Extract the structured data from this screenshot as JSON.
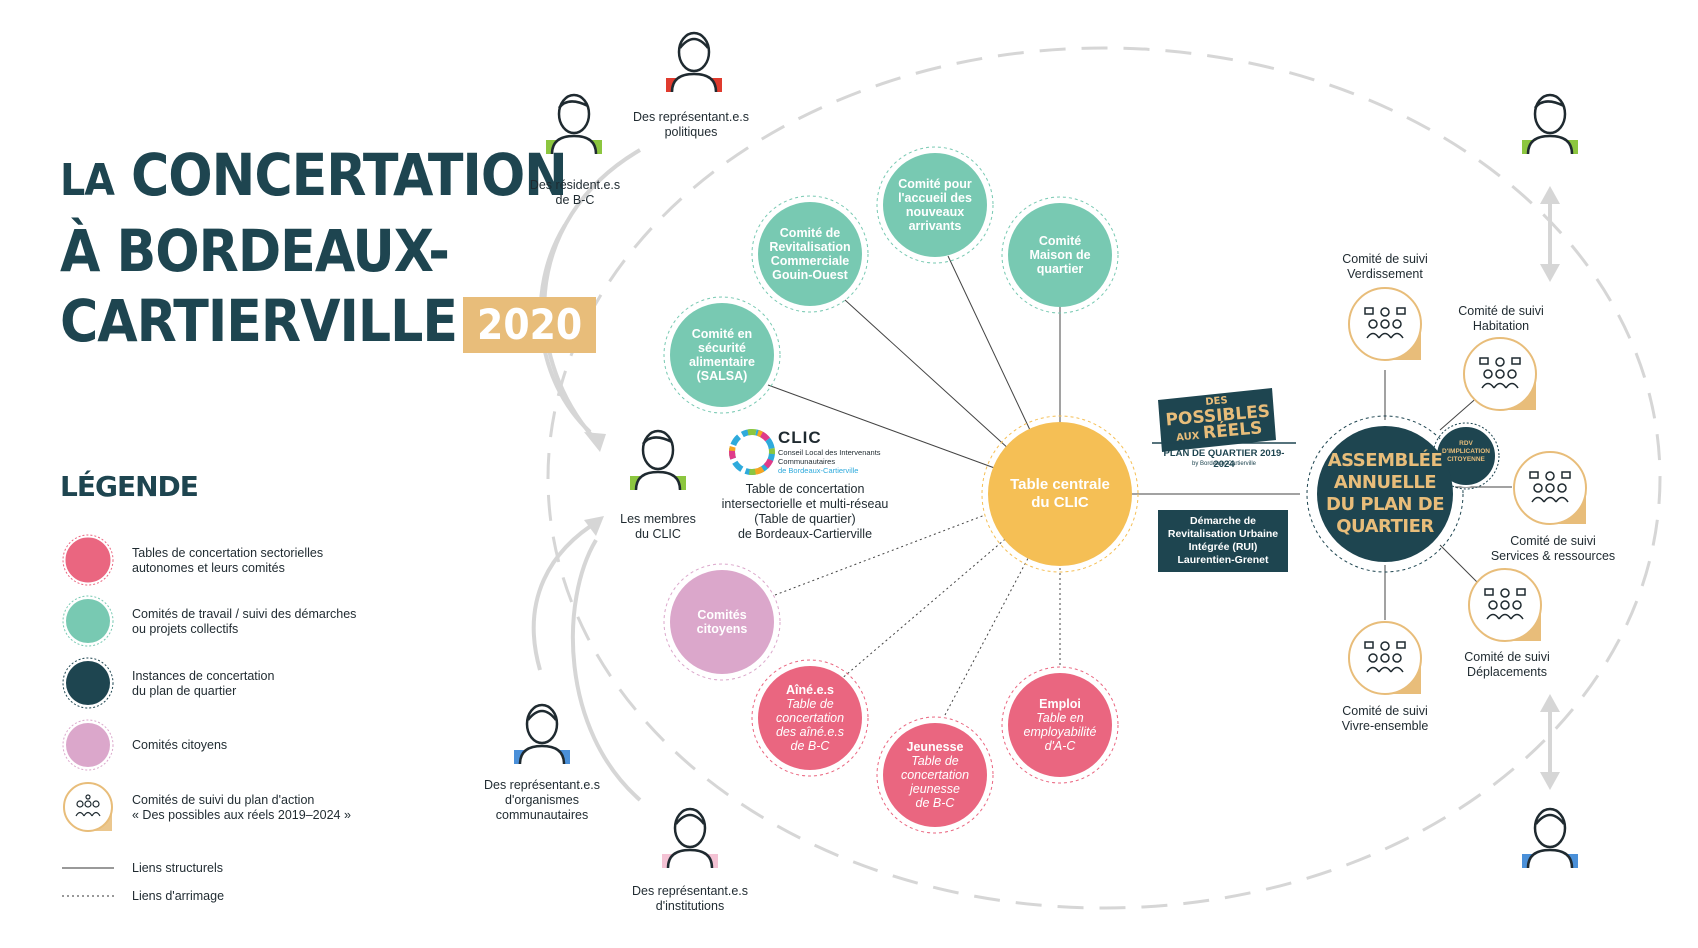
{
  "title": {
    "la": "LA",
    "concertation": "CONCERTATION",
    "line2": "À BORDEAUX-",
    "line3": "CARTIERVILLE",
    "year": "2020"
  },
  "legend": {
    "title": "LÉGENDE",
    "items": [
      {
        "label_1": "Tables de concertation sectorielles",
        "label_2": "autonomes et leurs comités",
        "color": "#ea6680"
      },
      {
        "label_1": "Comités de travail / suivi des démarches",
        "label_2": "ou projets collectifs",
        "color": "#78c9b2"
      },
      {
        "label_1": "Instances de concertation",
        "label_2": "du plan de quartier",
        "color": "#1e4550"
      },
      {
        "label_1": "Comités citoyens",
        "label_2": "",
        "color": "#dba7cb"
      },
      {
        "label_1": "Comités de suivi du plan d'action",
        "label_2": "« Des possibles aux réels 2019–2024 »",
        "color": "#e8bd7a"
      }
    ],
    "structural": "Liens structurels",
    "anchoring": "Liens d'arrimage"
  },
  "people": {
    "politiques": {
      "line1": "Des représentant.e.s",
      "line2": "politiques",
      "accent": "#e03b2e"
    },
    "residents": {
      "line1": "Des résident.e.s",
      "line2": "de B-C",
      "accent": "#8cc63f"
    },
    "clic_members": {
      "line1": "Les membres",
      "line2": "du CLIC",
      "accent": "#8cc63f"
    },
    "organismes": {
      "line1": "Des représentant.e.s",
      "line2": "d'organismes",
      "line3": "communautaires",
      "accent": "#4a90d9"
    },
    "institutions": {
      "line1": "Des représentant.e.s",
      "line2": "d'institutions",
      "accent": "#f4c2d4"
    },
    "right_top_accent": "#8cc63f",
    "right_bottom_accent": "#4a90d9"
  },
  "clic": {
    "logo_name": "CLIC",
    "logo_sub1": "Conseil Local des Intervenants",
    "logo_sub2": "Communautaires",
    "logo_sub3": "de Bordeaux-Cartierville",
    "desc1": "Table de concertation",
    "desc2": "intersectorielle et multi-réseau",
    "desc3": "(Table de quartier)",
    "desc4": "de Bordeaux-Cartierville"
  },
  "center": {
    "line1": "Table centrale",
    "line2": "du CLIC",
    "color": "#f5bf55"
  },
  "green_nodes": [
    {
      "l1": "Comité en",
      "l2": "sécurité",
      "l3": "alimentaire",
      "l4": "(SALSA)"
    },
    {
      "l1": "Comité de",
      "l2": "Revitalisation",
      "l3": "Commerciale",
      "l4": "Gouin-Ouest"
    },
    {
      "l1": "Comité pour",
      "l2": "l'accueil des",
      "l3": "nouveaux",
      "l4": "arrivants"
    },
    {
      "l1": "Comité",
      "l2": "Maison de",
      "l3": "quartier",
      "l4": ""
    }
  ],
  "citoyens": {
    "l1": "Comités",
    "l2": "citoyens"
  },
  "pink_nodes": [
    {
      "title": "Aîné.e.s",
      "l1": "Table de",
      "l2": "concertation",
      "l3": "des aîné.e.s",
      "l4": "de B-C"
    },
    {
      "title": "Jeunesse",
      "l1": "Table de",
      "l2": "concertation",
      "l3": "jeunesse",
      "l4": "de B-C"
    },
    {
      "title": "Emploi",
      "l1": "Table en",
      "l2": "employabilité",
      "l3": "d'A-C",
      "l4": ""
    }
  ],
  "possibles": {
    "des": "DES",
    "possibles": "POSSIBLES",
    "aux": "AUX",
    "reels": "RÉELS",
    "plan": "PLAN DE QUARTIER 2019-2024",
    "by": "by Bordeaux-Cartierville"
  },
  "rui": {
    "l1": "Démarche de",
    "l2": "Revitalisation Urbaine",
    "l3": "Intégrée (RUI)",
    "l4": "Laurentien-Grenet"
  },
  "assemblee": {
    "l1": "ASSEMBLÉE",
    "l2": "ANNUELLE",
    "l3": "DU PLAN DE",
    "l4": "QUARTIER"
  },
  "rdv": {
    "l1": "RDV",
    "l2": "D'IMPLICATION",
    "l3": "CITOYENNE"
  },
  "suivi": [
    {
      "l1": "Comité de suivi",
      "l2": "Verdissement"
    },
    {
      "l1": "Comité de suivi",
      "l2": "Habitation"
    },
    {
      "l1": "Comité de suivi",
      "l2": "Services & ressources"
    },
    {
      "l1": "Comité de suivi",
      "l2": "Déplacements"
    },
    {
      "l1": "Comité de suivi",
      "l2": "Vivre-ensemble"
    }
  ]
}
